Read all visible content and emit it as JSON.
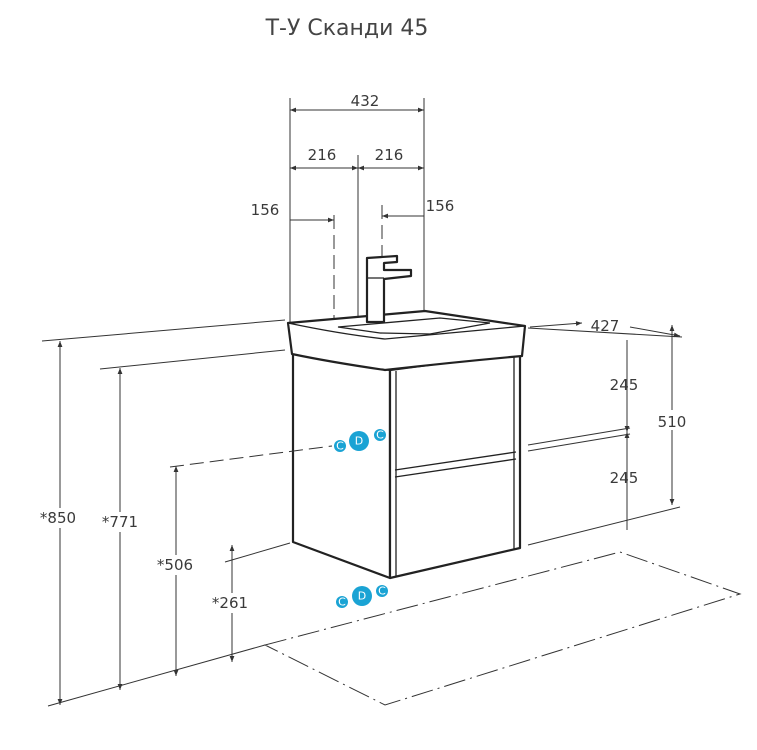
{
  "title": "Т-У Сканди 45",
  "dimensions": {
    "width_total": "432",
    "width_half_left": "216",
    "width_half_right": "216",
    "offset_left": "156",
    "offset_right": "156",
    "depth": "427",
    "drawer_upper": "245",
    "drawer_lower": "245",
    "cabinet_height": "510",
    "height_850": "*850",
    "height_771": "*771",
    "height_506": "*506",
    "height_261": "*261"
  },
  "connections": {
    "cold_label": "C",
    "drain_label": "D",
    "hot_label": "C",
    "color": "#1aa3d4"
  }
}
